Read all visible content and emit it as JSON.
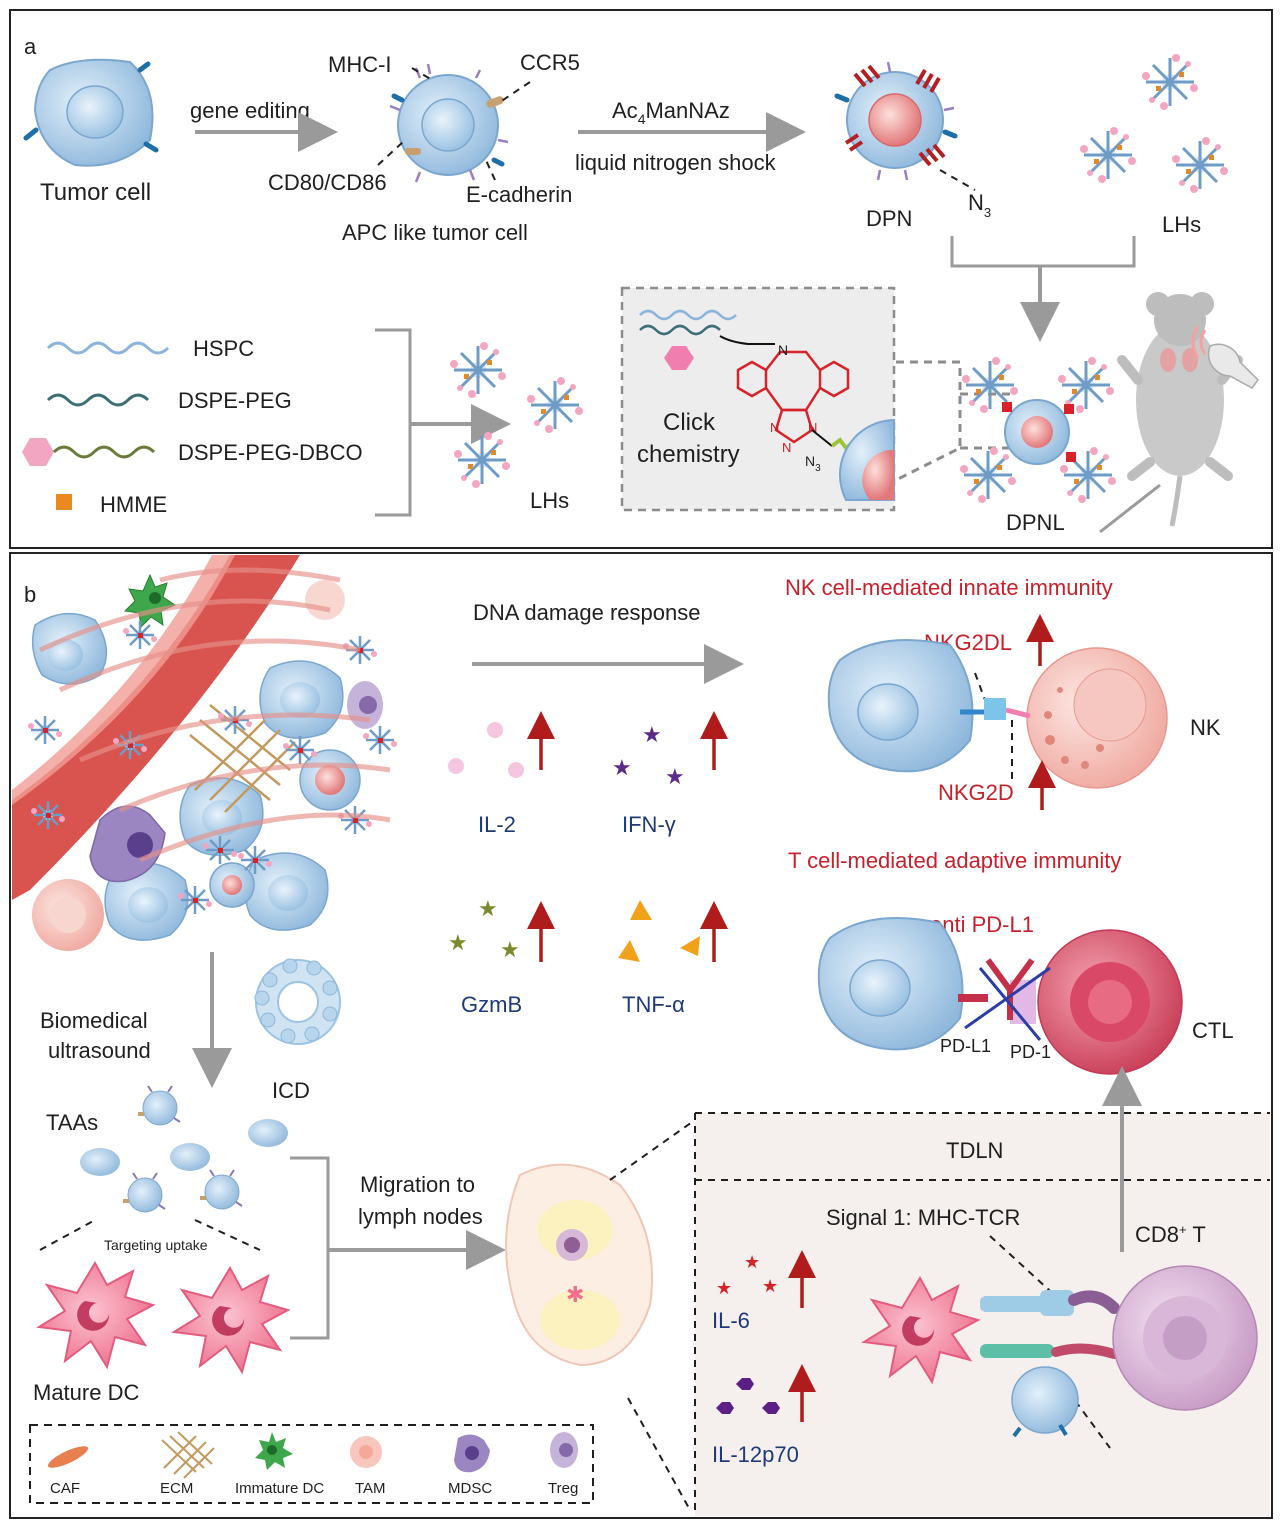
{
  "panel_a": {
    "letter": "a",
    "tumor_cell": "Tumor cell",
    "gene_editing": "gene editing",
    "mhc1": "MHC-I",
    "ccr5": "CCR5",
    "cd80": "CD80/CD86",
    "ecad": "E-cadherin",
    "apc_like": "APC like tumor cell",
    "ac4_pre": "Ac",
    "ac4_sub": "4",
    "ac4_post": "ManNAz",
    "liquid": "liquid nitrogen shock",
    "dpn": "DPN",
    "n3": "N",
    "n3_sub": "3",
    "lhs_top": "LHs",
    "legend": {
      "hspc": "HSPC",
      "dspe_peg": "DSPE-PEG",
      "dspe_peg_dbco": "DSPE-PEG-DBCO",
      "hmme": "HMME"
    },
    "lhs_bottom": "LHs",
    "click1": "Click",
    "click2": "chemistry",
    "click_n": "N",
    "click_n3": "N",
    "click_n3_sub": "3",
    "dpnl": "DPNL"
  },
  "panel_b": {
    "letter": "b",
    "dna": "DNA damage response",
    "il2": "IL-2",
    "ifn": "IFN-γ",
    "gzmb": "GzmB",
    "tnf": "TNF-α",
    "nk_title": "NK cell-mediated innate immunity",
    "nkg2dl": "NKG2DL",
    "nkg2d": "NKG2D",
    "nk": "NK",
    "t_title": "T cell-mediated adaptive immunity",
    "anti_pdl1": "anti PD-L1",
    "pdl1": "PD-L1",
    "pd1": "PD-1",
    "ctl": "CTL",
    "bio1": "Biomedical",
    "bio2": "ultrasound",
    "icd": "ICD",
    "taas": "TAAs",
    "targeting": "Targeting uptake",
    "mature_dc": "Mature DC",
    "migration1": "Migration to",
    "migration2": "lymph nodes",
    "tdln": "TDLN",
    "signal1": "Signal 1: MHC-TCR",
    "cd8_pre": "CD8",
    "cd8_sup": "+",
    "cd8_post": " T",
    "il6": "IL-6",
    "il12": "IL-12p70",
    "legend": [
      "CAF",
      "ECM",
      "Immature DC",
      "TAM",
      "MDSC",
      "Treg"
    ]
  },
  "colors": {
    "cell_blue": "#a9cbe6",
    "nucleus_blue": "#cfe2f2",
    "dc_pink": "#f07a96",
    "ctl_red": "#d8506a",
    "nk_pink": "#f4c1ba",
    "label_red": "#c8202b",
    "label_blue": "#1f3a78",
    "arrow_grey": "#9a9a9a"
  }
}
